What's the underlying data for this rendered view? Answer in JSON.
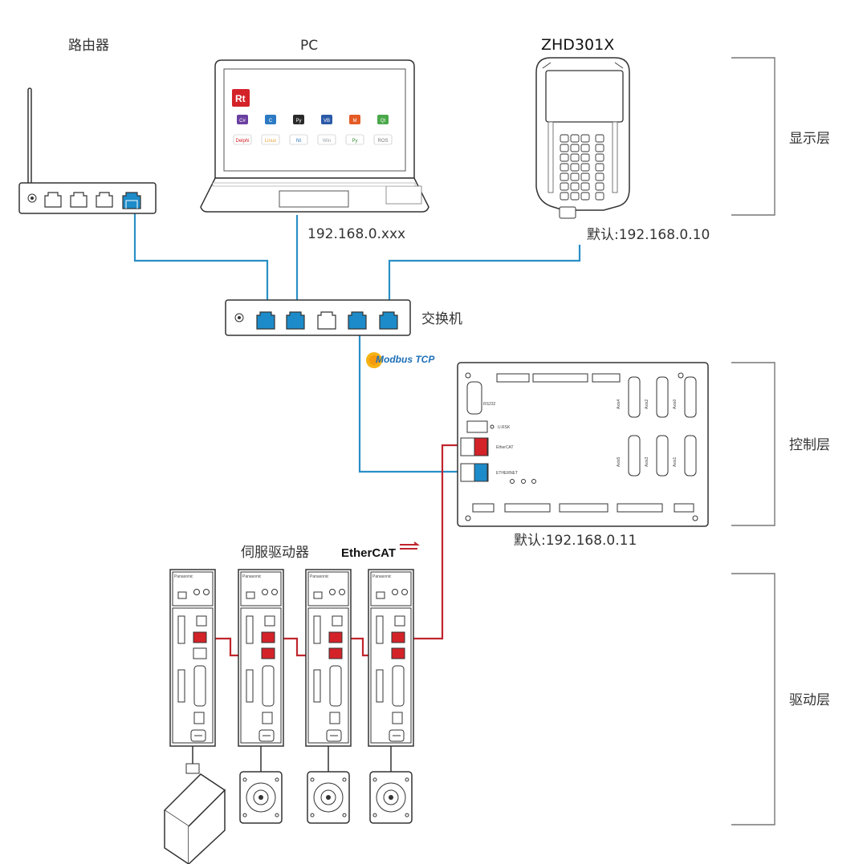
{
  "devices": {
    "router": "路由器",
    "pc": "PC",
    "pendant": "ZHD301X",
    "switch": "交换机",
    "servo": "伺服驱动器"
  },
  "ips": {
    "pc": "192.168.0.xxx",
    "pendant": "默认:192.168.0.10",
    "controller": "默认:192.168.0.11"
  },
  "layers": {
    "display": "显示层",
    "control": "控制层",
    "drive": "驱动层"
  },
  "protocols": {
    "modbus": "Modbus TCP",
    "ethercat_logo": "EtherCAT"
  },
  "controller_labels": {
    "rs232": "RS232",
    "ursk": "U.RSK",
    "ethercat_port": "EtherCAT",
    "ethernet_port": "ETHERNET",
    "axis_labels": [
      "Axis4",
      "Axis2",
      "Axis0",
      "Axis5",
      "Axis3",
      "Axis1"
    ]
  },
  "drive_brand": "Panasonic",
  "pc_apps": [
    "C#",
    "C",
    "Py",
    "VB",
    "M",
    "Qt",
    "Delphi",
    "Linux",
    "NI",
    "Win",
    "Py",
    "ROS"
  ],
  "colors": {
    "ethernet": "#2a8fc6",
    "ethercat": "#c0252d",
    "port_blue": "#1d8bc9",
    "port_red": "#d42229"
  }
}
